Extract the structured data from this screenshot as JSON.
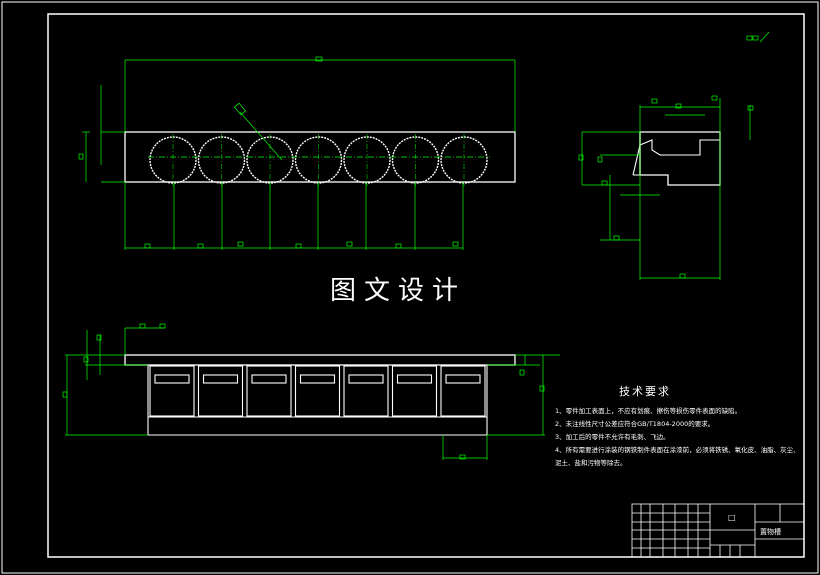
{
  "watermark": "图文设计",
  "technical_requirements": {
    "title": "技术要求",
    "items": [
      "1、零件加工表面上，不应有划痕、擦伤等损伤零件表面的缺陷。",
      "2、未注线性尺寸公差应符合GB/T1804-2000的要求。",
      "3、加工后的零件不允许有毛刺、飞边。",
      "4、所有需要进行涂装的钢铁制件表面在涂漆前，必须将铁锈、氧化皮、油脂、灰尘、",
      "泥土、盐和污物等除去。"
    ]
  },
  "title_block": {
    "part_name": "置物槽",
    "cell_a": "□"
  },
  "colors": {
    "background": "#000000",
    "outline": "#ffffff",
    "dimension": "#00ff00"
  }
}
